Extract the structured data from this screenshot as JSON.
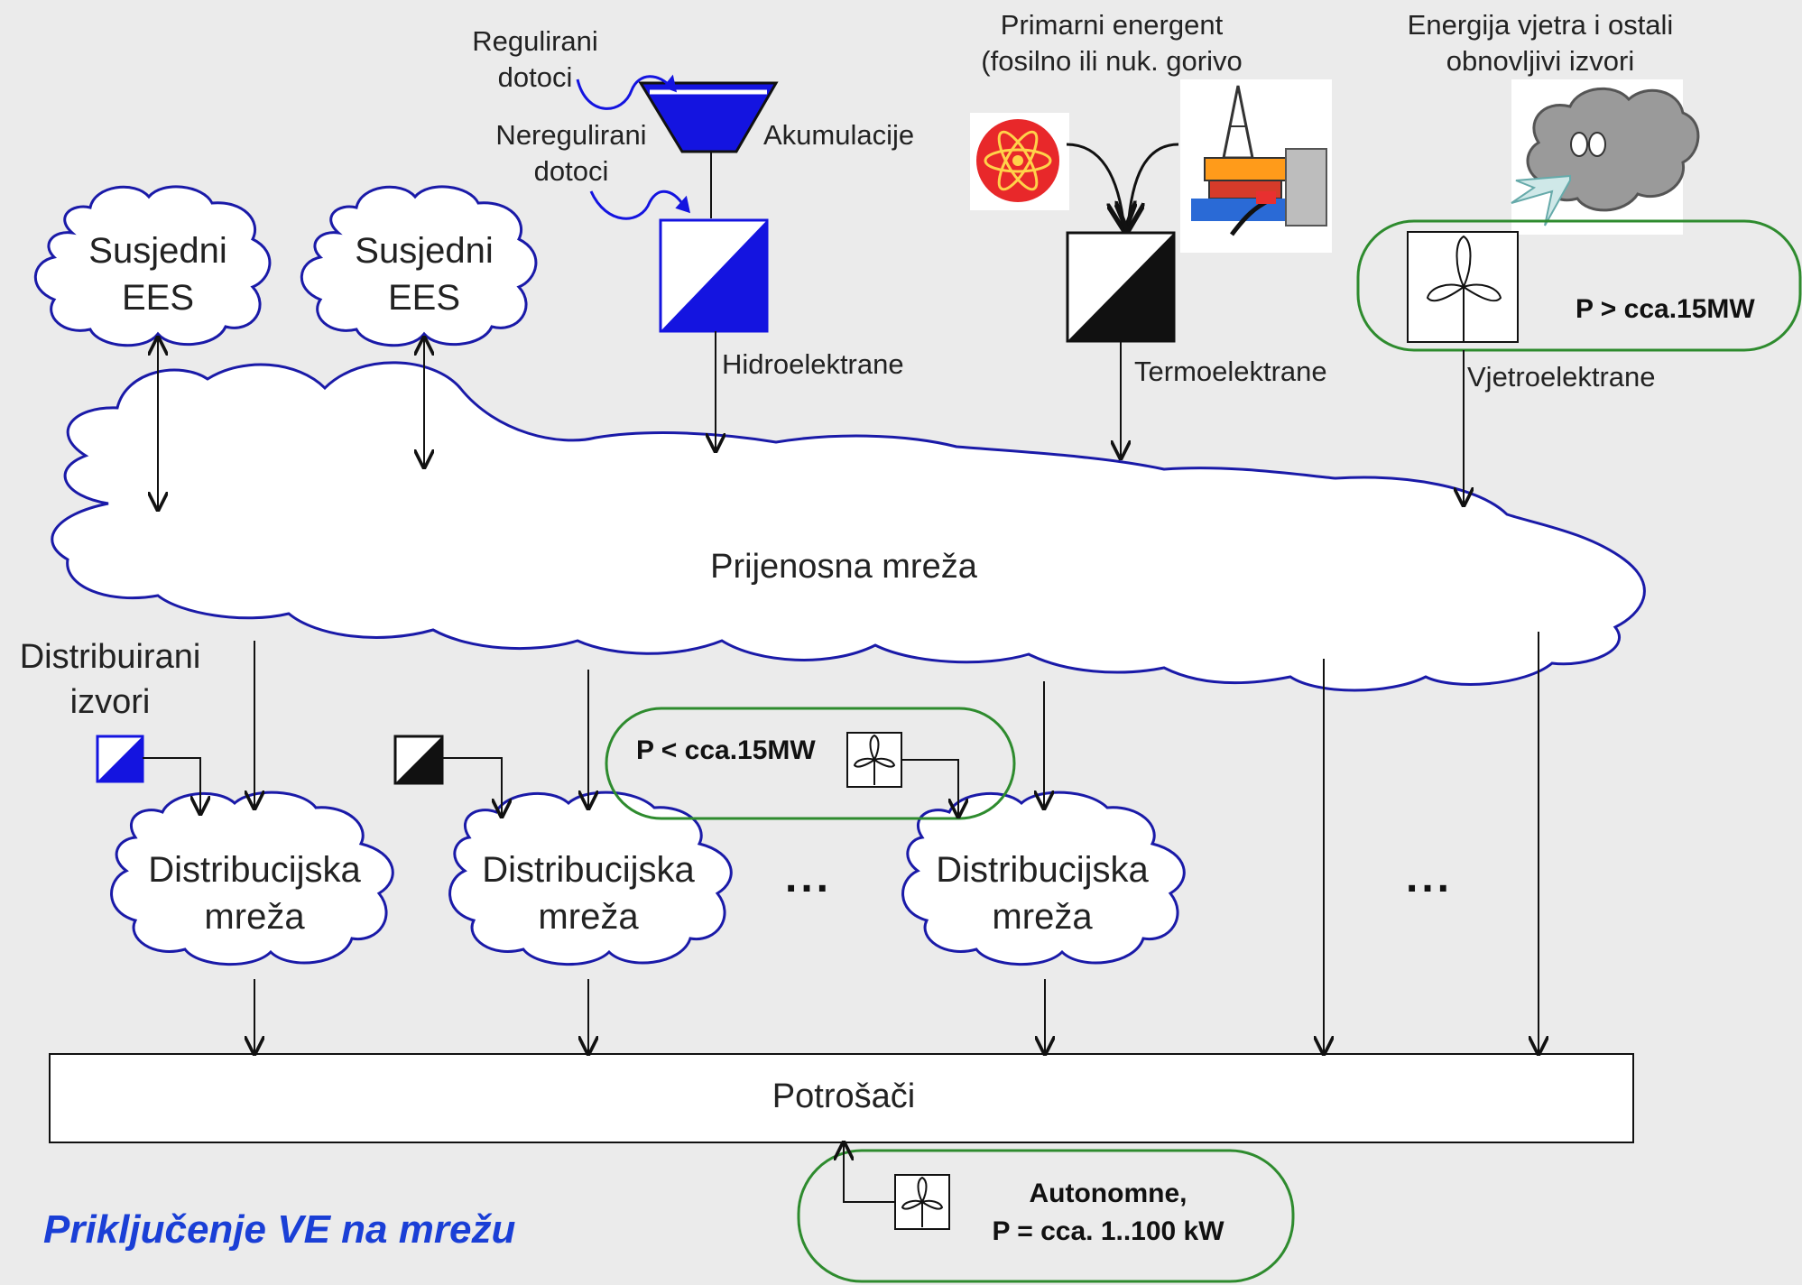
{
  "labels": {
    "regulirani_dotoci": [
      "Regulirani",
      "dotoci"
    ],
    "neregulirani_dotoci": [
      "Neregulirani",
      "dotoci"
    ],
    "akumulacije": "Akumulacije",
    "primarni_energent": [
      "Primarni energent",
      "(fosilno ili nuk. gorivo"
    ],
    "energija_vjetra": [
      "Energija vjetra i ostali",
      "obnovljivi izvori"
    ],
    "susjedni_ees_1": [
      "Susjedni",
      "EES"
    ],
    "susjedni_ees_2": [
      "Susjedni",
      "EES"
    ],
    "hidroelektrane": "Hidroelektrane",
    "termoelektrane": "Termoelektrane",
    "vjetroelektrane": "Vjetroelektrane",
    "p_large": "P > cca.15MW",
    "prijenosna_mreza": "Prijenosna mreža",
    "distribuirani_izvori": [
      "Distribuirani",
      "izvori"
    ],
    "p_small": "P < cca.15MW",
    "distribucijska_1": [
      "Distribucijska",
      "mreža"
    ],
    "distribucijska_2": [
      "Distribucijska",
      "mreža"
    ],
    "distribucijska_3": [
      "Distribucijska",
      "mreža"
    ],
    "ellipsis_1": "...",
    "ellipsis_2": "...",
    "potrosaci": "Potrošači",
    "autonomne": [
      "Autonomne,",
      "P = cca. 1..100 kW"
    ],
    "footer_title": "Priključenje VE na mrežu"
  },
  "colors": {
    "background": "#ebebeb",
    "cloud_outline": "#1a1aa8",
    "hydro_blue": "#1414e0",
    "region_outline": "#2e8b2e",
    "footer_text": "#1a3fd6"
  },
  "icons": [
    "water-wave-icon",
    "reservoir-icon",
    "hydro-plant-icon",
    "atom-icon",
    "oil-rig-icon",
    "thermal-plant-icon",
    "wind-cloud-icon",
    "wind-turbine-icon"
  ]
}
